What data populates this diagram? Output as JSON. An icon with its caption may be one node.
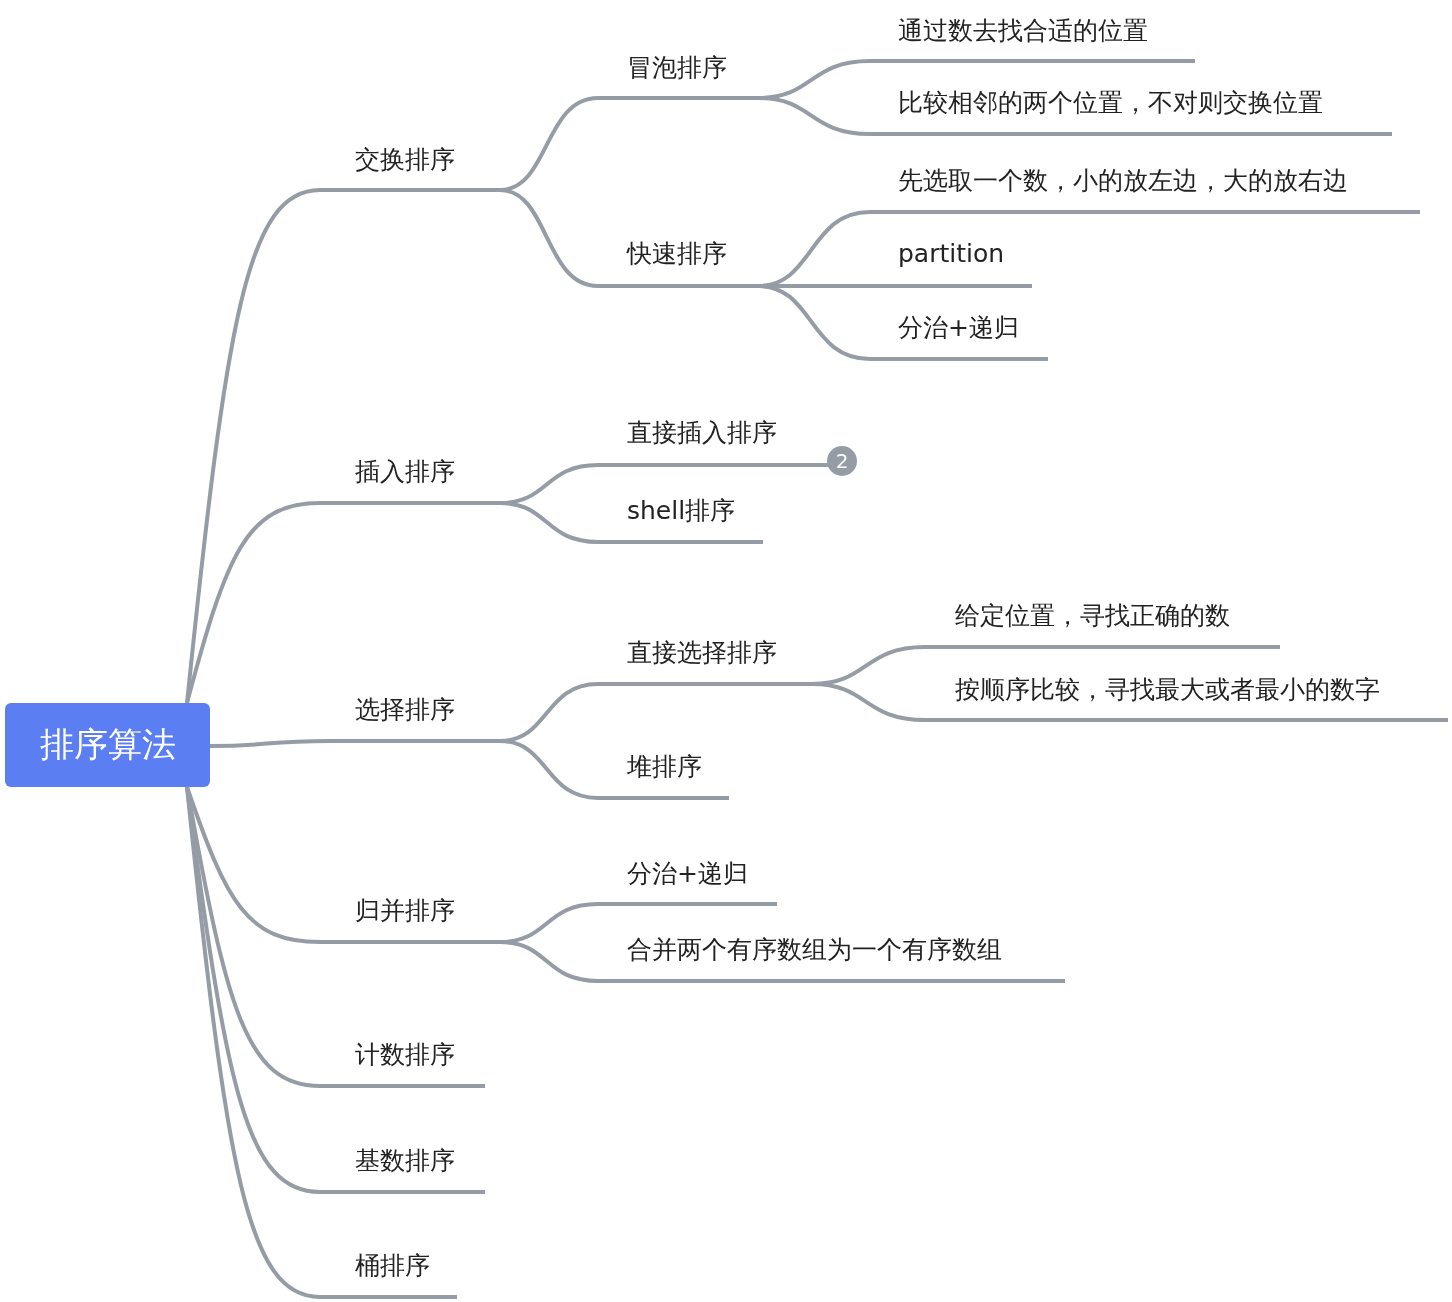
{
  "diagram": {
    "nodes": [
      {
        "text": [
          "排序算法"
        ]
      },
      {
        "text": [
          "交换排序"
        ]
      },
      {
        "text": [
          "冒泡排序"
        ]
      },
      {
        "text": [
          "通过数去找合适的位置"
        ]
      },
      {
        "text": [
          "比较相邻的两个位置，不对则交换位置"
        ]
      },
      {
        "text": [
          "快速排序"
        ]
      },
      {
        "text": [
          "先选取一个数，小的放左边，大的放右边"
        ]
      },
      {
        "text": [
          "partition"
        ]
      },
      {
        "text": [
          "分治+递归"
        ]
      },
      {
        "text": [
          "插入排序"
        ]
      },
      {
        "text": [
          "直接插入排序"
        ],
        "beside": [
          "2"
        ]
      },
      {
        "text": [
          "shell排序"
        ]
      },
      {
        "text": [
          "选择排序"
        ]
      },
      {
        "text": [
          "直接选择排序"
        ]
      },
      {
        "text": [
          "给定位置，寻找正确的数"
        ]
      },
      {
        "text": [
          "按顺序比较，寻找最大或者最小的数字"
        ]
      },
      {
        "text": [
          "堆排序"
        ]
      },
      {
        "text": [
          "归并排序"
        ]
      },
      {
        "text": [
          "分治+递归"
        ]
      },
      {
        "text": [
          "合并两个有序数组为一个有序数组"
        ]
      },
      {
        "text": [
          "计数排序"
        ]
      },
      {
        "text": [
          "基数排序"
        ]
      },
      {
        "text": [
          "桶排序"
        ]
      }
    ],
    "edges": [
      {
        "from": 0,
        "to": 1,
        "arrow": "none"
      },
      {
        "from": 1,
        "to": 2,
        "arrow": "none"
      },
      {
        "from": 2,
        "to": 3,
        "arrow": "none"
      },
      {
        "from": 2,
        "to": 4,
        "arrow": "none"
      },
      {
        "from": 1,
        "to": 5,
        "arrow": "none"
      },
      {
        "from": 5,
        "to": 6,
        "arrow": "none"
      },
      {
        "from": 5,
        "to": 7,
        "arrow": "none"
      },
      {
        "from": 5,
        "to": 8,
        "arrow": "none"
      },
      {
        "from": 0,
        "to": 9,
        "arrow": "none"
      },
      {
        "from": 9,
        "to": 10,
        "arrow": "none"
      },
      {
        "from": 9,
        "to": 11,
        "arrow": "none"
      },
      {
        "from": 0,
        "to": 12,
        "arrow": "none"
      },
      {
        "from": 12,
        "to": 13,
        "arrow": "none"
      },
      {
        "from": 13,
        "to": 14,
        "arrow": "none"
      },
      {
        "from": 13,
        "to": 15,
        "arrow": "none"
      },
      {
        "from": 12,
        "to": 16,
        "arrow": "none"
      },
      {
        "from": 0,
        "to": 17,
        "arrow": "none"
      },
      {
        "from": 17,
        "to": 18,
        "arrow": "none"
      },
      {
        "from": 17,
        "to": 19,
        "arrow": "none"
      },
      {
        "from": 0,
        "to": 20,
        "arrow": "none"
      },
      {
        "from": 0,
        "to": 21,
        "arrow": "none"
      },
      {
        "from": 0,
        "to": 22,
        "arrow": "none"
      }
    ]
  }
}
